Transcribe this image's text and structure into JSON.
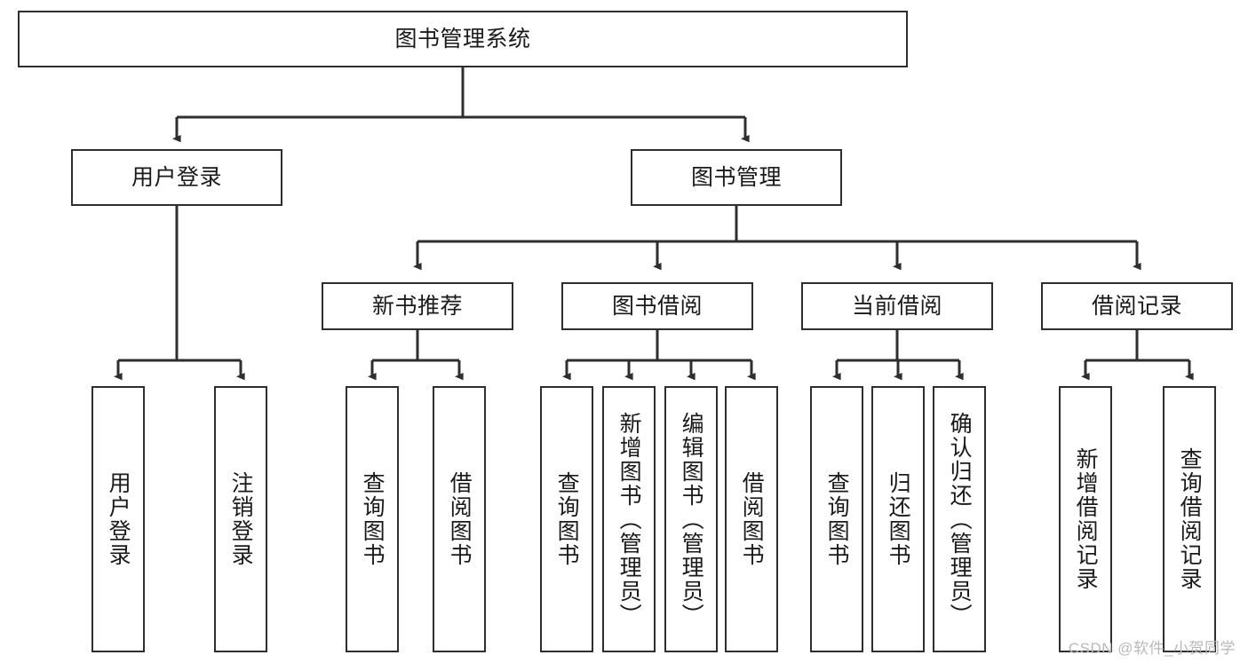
{
  "diagram": {
    "title": "图书管理系统",
    "watermark": "CSDN @软件_小贺同学",
    "line_color": "#2e2e2e",
    "box_fill": "#ffffff",
    "text_color": "#1a1a1a",
    "watermark_color": "#b9b9b9",
    "nodes": {
      "root": {
        "label": "图书管理系统"
      },
      "level2": [
        {
          "id": "user-login",
          "label": "用户登录"
        },
        {
          "id": "book-management",
          "label": "图书管理"
        }
      ],
      "level3": [
        {
          "id": "new-book-recommend",
          "label": "新书推荐"
        },
        {
          "id": "book-borrow",
          "label": "图书借阅"
        },
        {
          "id": "current-borrow",
          "label": "当前借阅"
        },
        {
          "id": "borrow-record",
          "label": "借阅记录"
        }
      ],
      "leaves": {
        "user_login": [
          {
            "id": "leaf-user-login",
            "label": "用户登录"
          },
          {
            "id": "leaf-logout",
            "label": "注销登录"
          }
        ],
        "new_book_recommend": [
          {
            "id": "leaf-query-book-1",
            "label": "查询图书"
          },
          {
            "id": "leaf-borrow-book-1",
            "label": "借阅图书"
          }
        ],
        "book_borrow": [
          {
            "id": "leaf-query-book-2",
            "label": "查询图书"
          },
          {
            "id": "leaf-add-book",
            "label": "新增图书（管理员）"
          },
          {
            "id": "leaf-edit-book",
            "label": "编辑图书（管理员）"
          },
          {
            "id": "leaf-borrow-book-2",
            "label": "借阅图书"
          }
        ],
        "current_borrow": [
          {
            "id": "leaf-query-book-3",
            "label": "查询图书"
          },
          {
            "id": "leaf-return-book",
            "label": "归还图书"
          },
          {
            "id": "leaf-confirm-return",
            "label": "确认归还（管理员）"
          }
        ],
        "borrow_record": [
          {
            "id": "leaf-add-record",
            "label": "新增借阅记录"
          },
          {
            "id": "leaf-query-record",
            "label": "查询借阅记录"
          }
        ]
      }
    }
  }
}
